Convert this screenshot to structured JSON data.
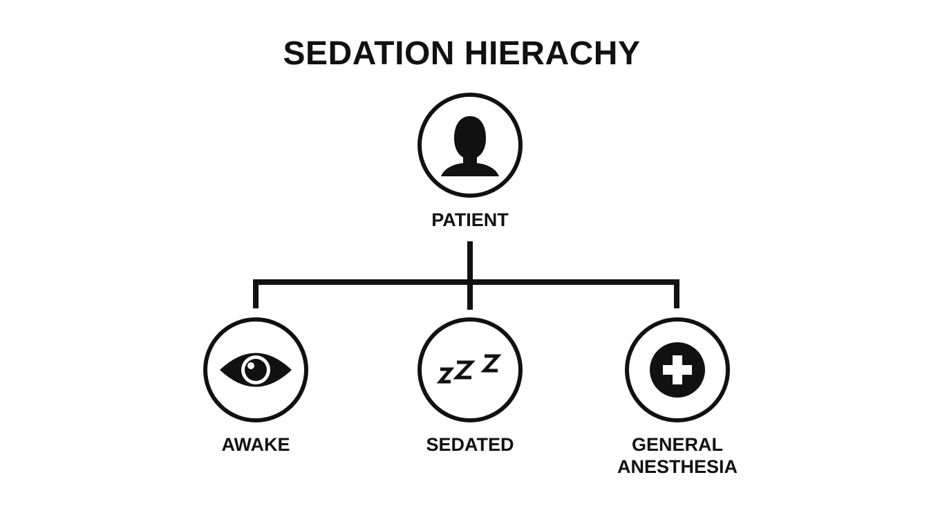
{
  "title": "SEDATION HIERACHY",
  "nodes": {
    "root": {
      "label": "PATIENT",
      "icon": "person-silhouette-icon"
    },
    "children": [
      {
        "label": "AWAKE",
        "icon": "eye-icon"
      },
      {
        "label": "SEDATED",
        "icon": "zzz-sleep-icon"
      },
      {
        "label": "GENERAL\nANESTHESIA",
        "icon": "medical-cross-icon"
      }
    ]
  },
  "colors": {
    "stroke": "#111111",
    "background": "#ffffff"
  }
}
